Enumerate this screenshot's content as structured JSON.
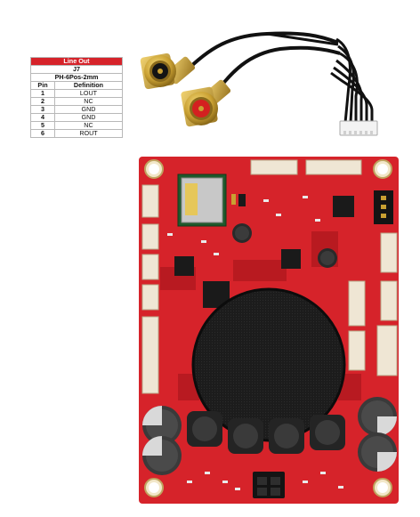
{
  "pin_table": {
    "title": "Line Out",
    "connector": "J7",
    "type": "PH-6Pos-2mm",
    "col_pin": "Pin",
    "col_def": "Definition",
    "rows": [
      {
        "pin": "1",
        "def": "LOUT"
      },
      {
        "pin": "2",
        "def": "NC"
      },
      {
        "pin": "3",
        "def": "GND"
      },
      {
        "pin": "4",
        "def": "GND"
      },
      {
        "pin": "5",
        "def": "NC"
      },
      {
        "pin": "6",
        "def": "ROUT"
      }
    ]
  },
  "colors": {
    "board_red": "#d6232a",
    "table_header": "#d6232a",
    "gold": "#c9a032",
    "speaker": "#1a1a1a"
  }
}
